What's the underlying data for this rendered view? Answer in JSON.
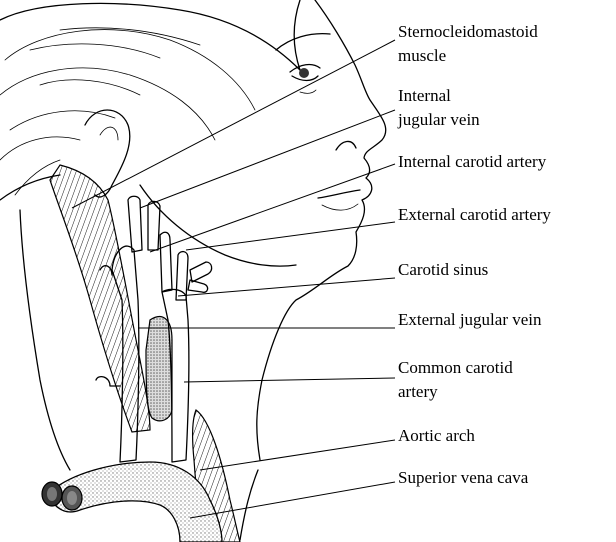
{
  "labels": {
    "sternocleidomastoid": "Sternocleidomastoid\nmuscle",
    "internal_jugular": "Internal\njugular vein",
    "internal_carotid": "Internal carotid artery",
    "external_carotid": "External carotid artery",
    "carotid_sinus": "Carotid sinus",
    "external_jugular": "External jugular vein",
    "common_carotid": "Common carotid\nartery",
    "aortic_arch": "Aortic arch",
    "superior_vena_cava": "Superior vena cava"
  }
}
